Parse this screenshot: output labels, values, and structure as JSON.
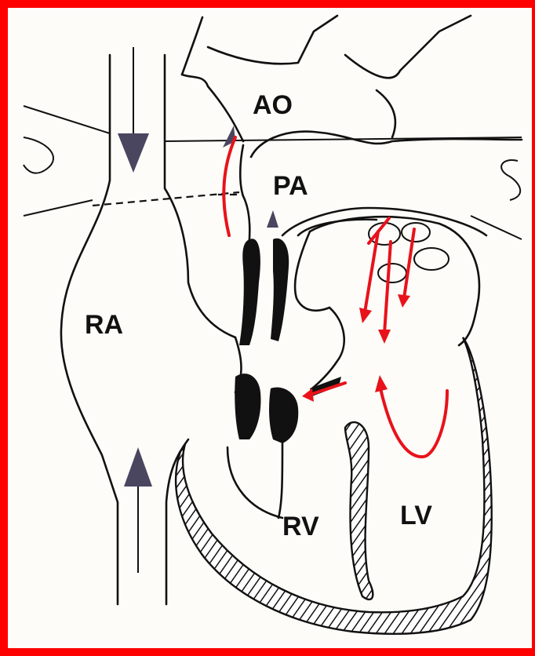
{
  "labels": {
    "ao": "AO",
    "pa": "PA",
    "ra": "RA",
    "rv": "RV",
    "lv": "LV"
  },
  "colors": {
    "border": "#ff0000",
    "flow_arrow_red": "#e8121b",
    "flow_arrow_dark": "#4a4660",
    "line": "#111111",
    "background": "#fdfcf8"
  }
}
